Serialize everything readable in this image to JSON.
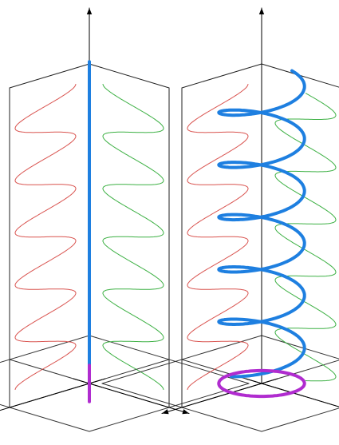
{
  "colors": {
    "frame": "#222222",
    "grid": "#333333",
    "arrow": "#000000",
    "x_component": "#d9534f",
    "y_component": "#3cb043",
    "wave": "#1e7fe0",
    "polarization": "#b02ccf",
    "background": "#ffffff"
  },
  "panels": [
    {
      "name": "linear-polarization",
      "turns": 5.5,
      "x_amplitude": 1.0,
      "y_amplitude": 1.0,
      "phase_shift_deg": 0,
      "polarization_shape": "line"
    },
    {
      "name": "circular-polarization",
      "turns": 5.5,
      "x_amplitude": 1.0,
      "y_amplitude": 1.0,
      "phase_shift_deg": 90,
      "polarization_shape": "circle"
    }
  ]
}
